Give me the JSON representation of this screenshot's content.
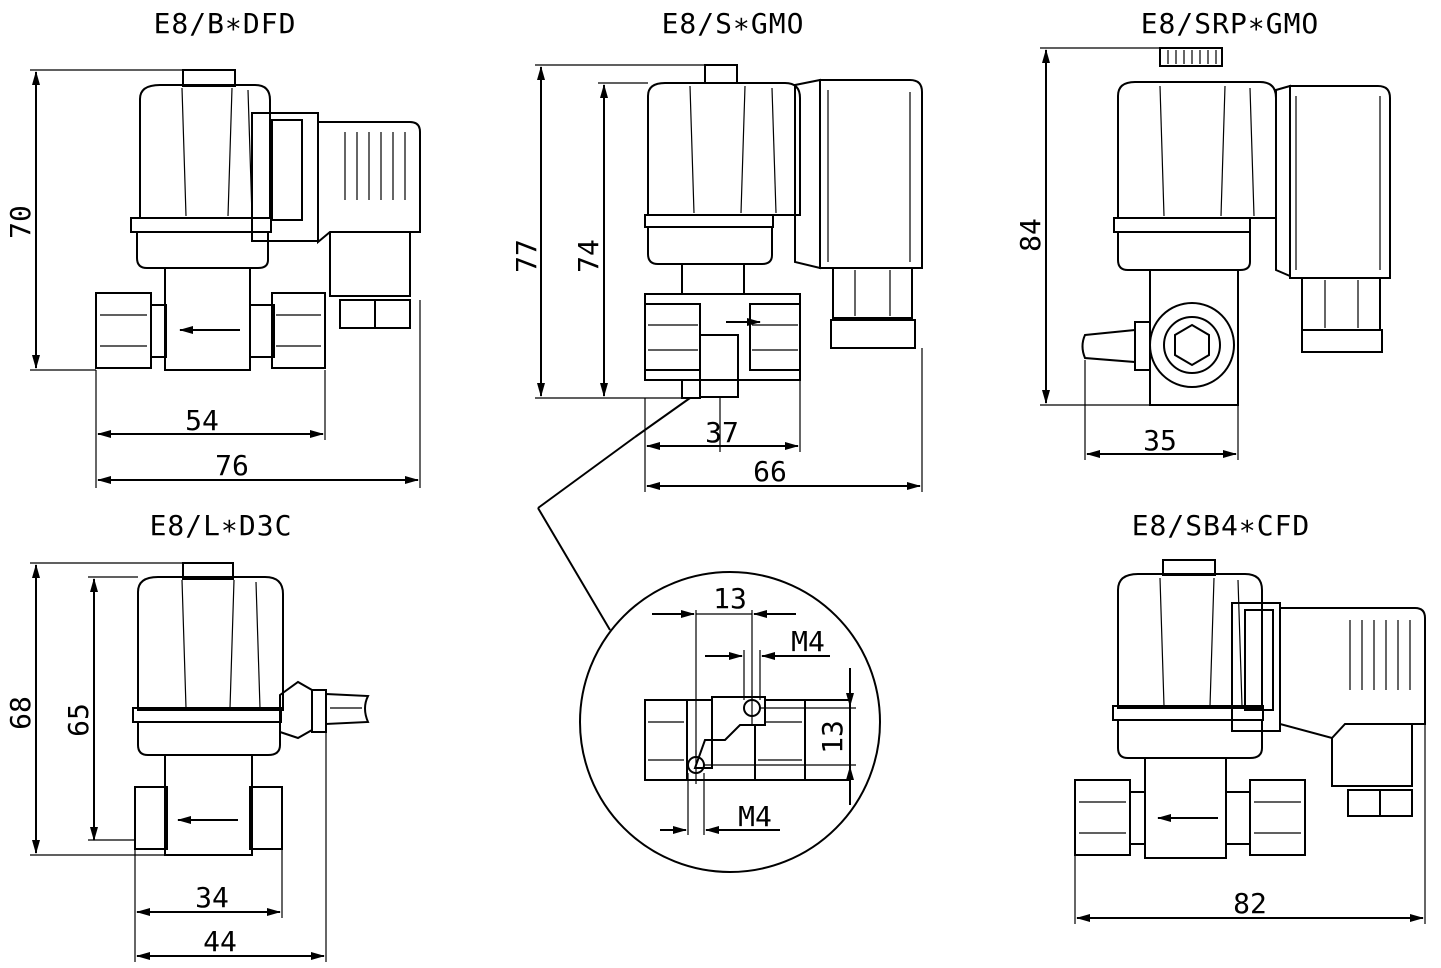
{
  "titles": {
    "valve_b": "E8/B∗DFD",
    "valve_s": "E8/S∗GMO",
    "valve_srp": "E8/SRP∗GMO",
    "valve_l": "E8/L∗D3C",
    "valve_sb4": "E8/SB4∗CFD"
  },
  "dimensions": {
    "b_height": "70",
    "b_port_width": "54",
    "b_total_width": "76",
    "s_total_height": "77",
    "s_body_height": "74",
    "s_half_width": "37",
    "s_total_width": "66",
    "srp_height": "84",
    "srp_width": "35",
    "l_total_height": "68",
    "l_body_height": "65",
    "l_port_width": "34",
    "l_total_width": "44",
    "sb4_width": "82",
    "detail_spacing_h": "13",
    "detail_spacing_v": "13",
    "detail_thread_top": "M4",
    "detail_thread_bottom": "M4"
  }
}
